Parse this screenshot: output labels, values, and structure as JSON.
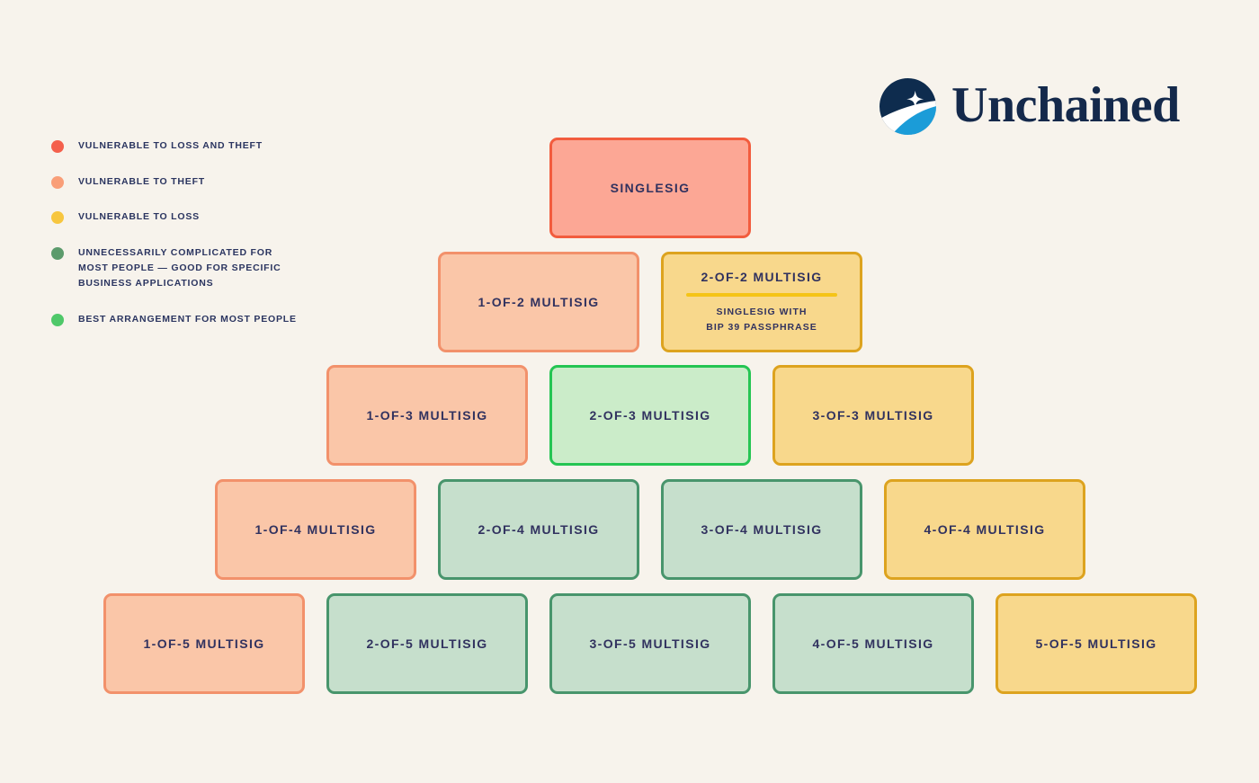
{
  "brand": {
    "name": "Unchained",
    "logo_navy": "#0E2C4E",
    "logo_blue": "#1B9CD8",
    "wordmark_color": "#14294B"
  },
  "background_color": "#F7F3EC",
  "text_color": "#31325F",
  "legend": {
    "items": [
      {
        "key": "loss-and-theft",
        "label": "VULNERABLE TO LOSS AND THEFT",
        "color": "#F4604C"
      },
      {
        "key": "theft",
        "label": "VULNERABLE TO THEFT",
        "color": "#F99E78"
      },
      {
        "key": "loss",
        "label": "VULNERABLE TO LOSS",
        "color": "#F7C63F"
      },
      {
        "key": "complicated",
        "label": "UNNECESSARILY COMPLICATED FOR\nMOST PEOPLE — GOOD FOR SPECIFIC\nBUSINESS APPLICATIONS",
        "color": "#5C9B6C"
      },
      {
        "key": "best",
        "label": "BEST ARRANGEMENT FOR MOST PEOPLE",
        "color": "#4FC869"
      }
    ]
  },
  "pyramid": {
    "variant_colors": {
      "salmon": {
        "fill": "#FCA795",
        "border": "#F25C3E",
        "meaning": "vulnerable to loss and theft"
      },
      "peach": {
        "fill": "#FAC6A8",
        "border": "#F2916B",
        "meaning": "vulnerable to theft"
      },
      "yellow": {
        "fill": "#F8D88C",
        "border": "#DDA31F",
        "meaning": "vulnerable to loss"
      },
      "sage": {
        "fill": "#C6DFCC",
        "border": "#48956C",
        "meaning": "unnecessarily complicated for most people"
      },
      "green": {
        "fill": "#CBECC9",
        "border": "#25C553",
        "meaning": "best arrangement for most people"
      }
    },
    "divider_color": "#F5C417",
    "boxes": [
      {
        "row": 1,
        "label": "SINGLESIG",
        "category": "loss-and-theft"
      },
      {
        "row": 2,
        "label": "1-OF-2 MULTISIG",
        "category": "theft"
      },
      {
        "row": 2,
        "label": "2-OF-2 MULTISIG",
        "sublabel": "SINGLESIG WITH\nBIP 39 PASSPHRASE",
        "category": "loss"
      },
      {
        "row": 3,
        "label": "1-OF-3 MULTISIG",
        "category": "theft"
      },
      {
        "row": 3,
        "label": "2-OF-3 MULTISIG",
        "category": "best"
      },
      {
        "row": 3,
        "label": "3-OF-3 MULTISIG",
        "category": "loss"
      },
      {
        "row": 4,
        "label": "1-OF-4 MULTISIG",
        "category": "theft"
      },
      {
        "row": 4,
        "label": "2-OF-4 MULTISIG",
        "category": "complicated"
      },
      {
        "row": 4,
        "label": "3-OF-4 MULTISIG",
        "category": "complicated"
      },
      {
        "row": 4,
        "label": "4-OF-4 MULTISIG",
        "category": "loss"
      },
      {
        "row": 5,
        "label": "1-OF-5 MULTISIG",
        "category": "theft"
      },
      {
        "row": 5,
        "label": "2-OF-5 MULTISIG",
        "category": "complicated"
      },
      {
        "row": 5,
        "label": "3-OF-5 MULTISIG",
        "category": "complicated"
      },
      {
        "row": 5,
        "label": "4-OF-5 MULTISIG",
        "category": "complicated"
      },
      {
        "row": 5,
        "label": "5-OF-5 MULTISIG",
        "category": "loss"
      }
    ]
  }
}
